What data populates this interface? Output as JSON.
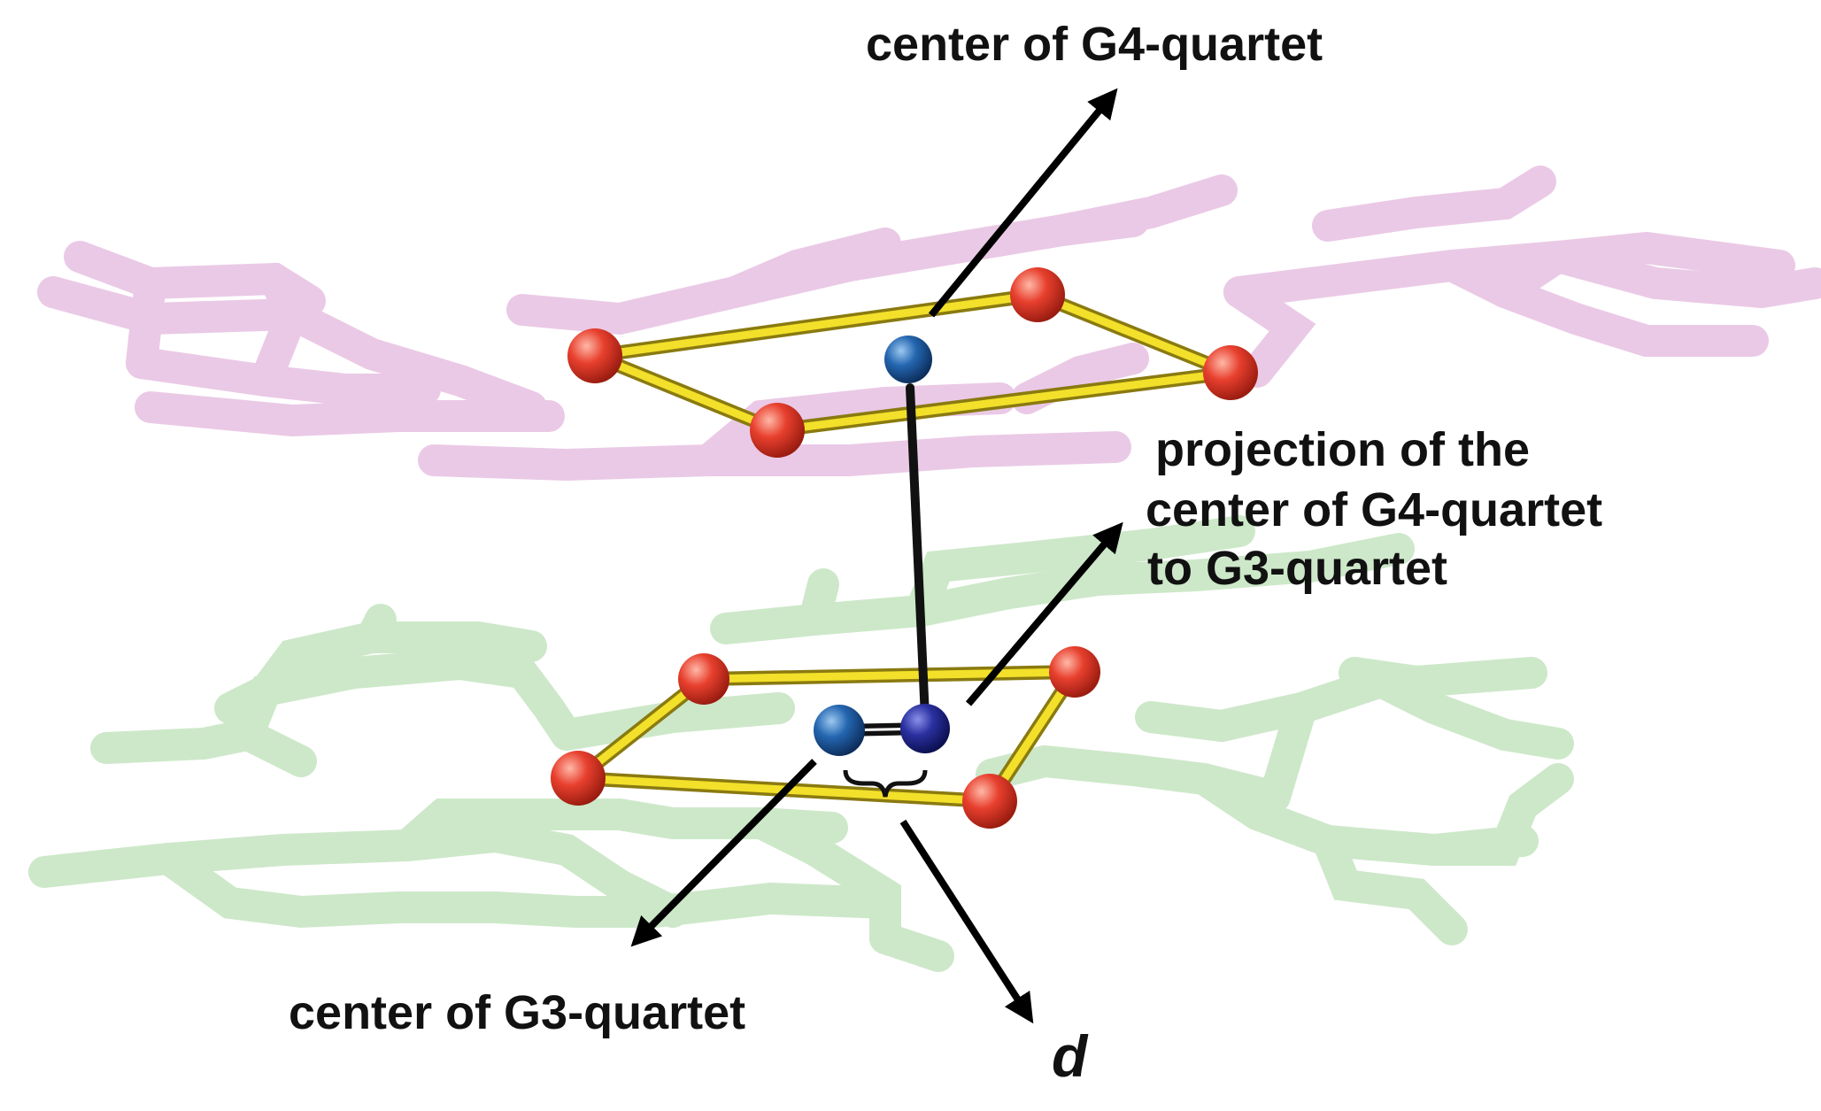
{
  "labels": {
    "g4_center": "center of G4-quartet",
    "projection_line1": "projection of the",
    "projection_line2": "center of G4-quartet",
    "projection_line3": "to G3-quartet",
    "g3_center": "center of G3-quartet",
    "d": "d"
  },
  "colors": {
    "background": "#ffffff",
    "g4_stick": "#e8c4e4",
    "g3_stick": "#c8e6c4",
    "oxygen_atom": "#e03a2c",
    "ion_center_g4": "#1f5fa8",
    "ion_center_g3": "#1f5fa8",
    "projection_point": "#232a9a",
    "bond_line": "#e6d21a",
    "arrow": "#000000",
    "text": "#111111"
  }
}
